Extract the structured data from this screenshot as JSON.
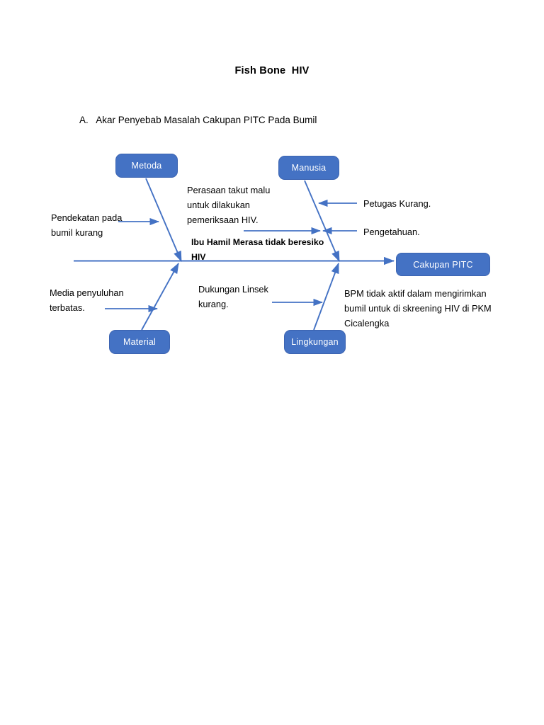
{
  "document": {
    "title": "Fish Bone  HIV",
    "section_label": "A.   Akar Penyebab Masalah Cakupan PITC Pada Bumil"
  },
  "colors": {
    "box_fill": "#4472C4",
    "box_text": "#FFFFFF",
    "line": "#4472C4",
    "page_background": "#FFFFFF",
    "body_text": "#000000"
  },
  "diagram": {
    "type": "fishbone",
    "effect_box": {
      "label": "Cakupan PITC"
    },
    "categories": [
      {
        "id": "metoda",
        "label": "Metoda",
        "position": "top-left"
      },
      {
        "id": "manusia",
        "label": "Manusia",
        "position": "top-right"
      },
      {
        "id": "material",
        "label": "Material",
        "position": "bottom-left"
      },
      {
        "id": "lingkungan",
        "label": "Lingkungan",
        "position": "bottom-right"
      }
    ],
    "causes": [
      {
        "id": "pendekatan",
        "category": "metoda",
        "text": "Pendekatan pada\nbumil kurang",
        "bold": false
      },
      {
        "id": "perasaan",
        "category": "manusia",
        "text": "Perasaan takut malu\nuntuk dilakukan\npemeriksaan HIV.",
        "bold": false
      },
      {
        "id": "petugas",
        "category": "manusia",
        "text": "Petugas Kurang.",
        "bold": false
      },
      {
        "id": "pengetahuan",
        "category": "manusia",
        "text": "Pengetahuan.",
        "bold": false
      },
      {
        "id": "ibu-hamil",
        "category": "manusia",
        "text": "Ibu Hamil Merasa tidak beresiko\nHIV",
        "bold": true
      },
      {
        "id": "media",
        "category": "material",
        "text": "Media penyuluhan\nterbatas.",
        "bold": false
      },
      {
        "id": "dukungan",
        "category": "lingkungan",
        "text": "Dukungan Linsek\nkurang.",
        "bold": false
      },
      {
        "id": "bpm",
        "category": "lingkungan",
        "text": "BPM tidak aktif dalam mengirimkan\nbumil untuk di skreening HIV di PKM\nCicalengka",
        "bold": false
      }
    ]
  }
}
